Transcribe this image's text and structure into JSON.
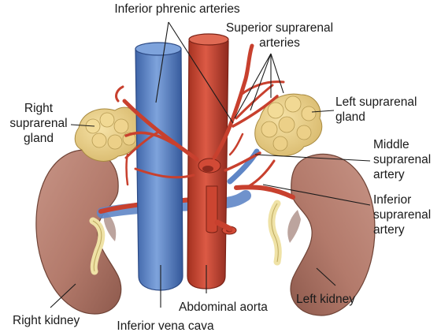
{
  "labels": {
    "inferior_phrenic_arteries": "Inferior phrenic arteries",
    "superior_suprarenal_arteries": [
      "Superior suprarenal",
      "arteries"
    ],
    "right_suprarenal_gland": [
      "Right",
      "suprarenal",
      "gland"
    ],
    "left_suprarenal_gland": [
      "Left suprarenal",
      "gland"
    ],
    "middle_suprarenal_artery": [
      "Middle",
      "suprarenal",
      "artery"
    ],
    "inferior_suprarenal_artery": [
      "Inferior",
      "suprarenal",
      "artery"
    ],
    "right_kidney": "Right kidney",
    "inferior_vena_cava": "Inferior vena cava",
    "abdominal_aorta": "Abdominal aorta",
    "left_kidney": "Left kidney"
  },
  "colors": {
    "kidney": "#b77f70",
    "kidney_shade": "#8e5a4d",
    "gland": "#e8cf8a",
    "artery": "#c8402e",
    "artery_dark": "#8f2a1e",
    "vein": "#5f86c6",
    "vein_dark": "#34589a",
    "ureter": "#efe2a6",
    "leader": "#1a1a1a"
  }
}
